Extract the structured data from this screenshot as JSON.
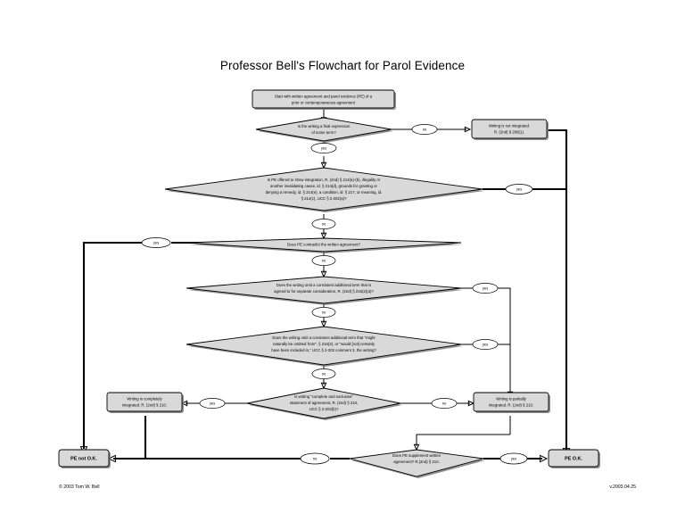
{
  "document": {
    "title": "Professor Bell's Flowchart for Parol Evidence",
    "footer_left": "© 2003 Tom W. Bell",
    "footer_right": "v.2003.04.25",
    "page_background": "#ffffff",
    "node_fill": "#d9d9d9",
    "node_stroke": "#000000"
  },
  "nodes": {
    "start": {
      "type": "process",
      "line1": "Start with written agreement and parol evidence (PE) of a",
      "line2": "prior or contemporaneous agreement"
    },
    "q_final_expression": {
      "type": "decision",
      "line1": "Is the writing a final expression",
      "line2": "of some term?"
    },
    "not_integrated": {
      "type": "process",
      "line1": "Writing is not integrated.",
      "line2": "R. (2nd) § 209(1)."
    },
    "q_pe_offered": {
      "type": "decision",
      "line1": "Is PE offered to show integration, R. (2nd) § 214(a)-(b), illegality or",
      "line2": "another invalidating cause, id. § 214(d), grounds for granting or",
      "line3": "denying a remedy, id. § 214(e), a condition, id. § 217, or meaning, id.",
      "line4": "§ 214(c), UCC § 2-202(a)?"
    },
    "q_contradict": {
      "type": "decision",
      "line1": "Does PE contradict the written agreement?"
    },
    "q_separate_consideration": {
      "type": "decision",
      "line1": "Does the writing omit a consistent additional term that is",
      "line2": "agreed to for separate consideration, R. (2nd) § 216(2)(a)?"
    },
    "q_naturally_omitted": {
      "type": "decision",
      "line1": "Does the writing omit a consistent additional term that \"might",
      "line2": "naturally be omitted from\", § 216(2), or \"would [not] certainly",
      "line3": "have been included in,\" UCC § 2-202 comment 3, the writing?"
    },
    "q_complete_exclusive": {
      "type": "decision",
      "line1": "Is writing \"complete and exclusive\"",
      "line2": "statement of agreement, R. (2nd) § 210,",
      "line3": "UCC § 2-202(b)?"
    },
    "completely_integrated": {
      "type": "process",
      "line1": "Writing is completely",
      "line2": "integrated. R. (2nd) § 210."
    },
    "partially_integrated": {
      "type": "process",
      "line1": "Writing is partially",
      "line2": "integrated. R. (2nd) § 210."
    },
    "q_supplement": {
      "type": "decision",
      "line1": "Does PE supplement written",
      "line2": "agreement? R.(2nd) § 210."
    },
    "pe_not_ok": {
      "type": "terminator",
      "line1": "PE not O.K."
    },
    "pe_ok": {
      "type": "terminator",
      "line1": "PE O.K."
    }
  },
  "edge_labels": {
    "final_expression_no": "no",
    "final_expression_yes": "yes",
    "pe_offered_yes": "yes",
    "pe_offered_no": "no",
    "contradict_yes": "yes",
    "contradict_no": "no",
    "separate_consideration_yes": "yes",
    "separate_consideration_no": "no",
    "naturally_omitted_yes": "yes",
    "naturally_omitted_no": "no",
    "complete_exclusive_yes": "yes",
    "complete_exclusive_no": "no",
    "supplement_yes": "yes",
    "supplement_no": "no"
  }
}
